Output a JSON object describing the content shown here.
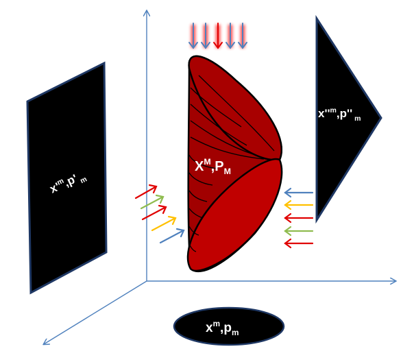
{
  "labels": {
    "left_panel": {
      "x": "x'",
      "x_sup": "m",
      "comma": ",",
      "p": "p'",
      "p_sub": "m"
    },
    "right_panel": {
      "x": "x''",
      "x_sup": "m",
      "comma": ",",
      "p": "p''",
      "p_sub": "m"
    },
    "center": {
      "x": "X",
      "x_sup": "M",
      "comma": ",",
      "p": "P",
      "p_sub": "M"
    },
    "bottom": {
      "x": "x",
      "x_sup": "m",
      "comma": ",",
      "p": "p",
      "p_sub": "m"
    }
  },
  "colors": {
    "axis": "#4f81bd",
    "panel_fill": "#000000",
    "panel_border": "#1f3864",
    "body_dark_red": "#a10000",
    "body_red": "#c00000",
    "arrow_blue": "#4f81bd",
    "arrow_red": "#e00000",
    "arrow_green": "#8fbc4f",
    "arrow_orange": "#ffc000"
  }
}
